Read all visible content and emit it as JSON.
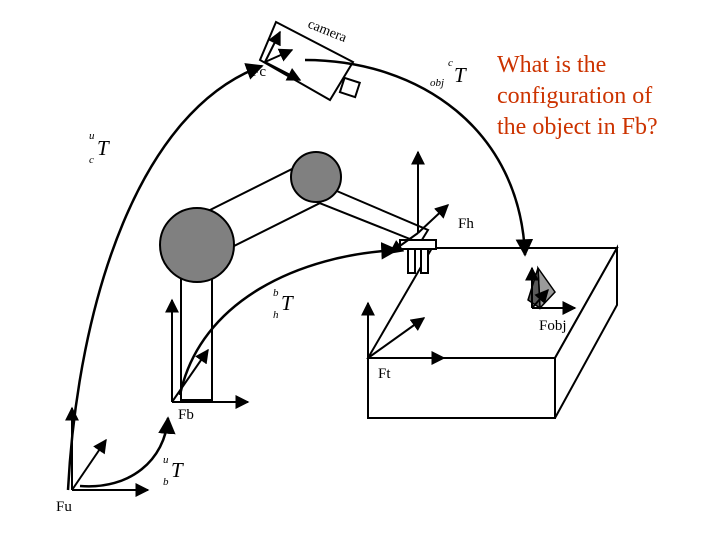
{
  "question": {
    "lines": [
      "What is the",
      "configuration of",
      "the object in Fb?"
    ],
    "color": "#cc3300"
  },
  "frames": {
    "fc": "Fc",
    "fh": "Fh",
    "fb": "Fb",
    "ft": "Ft",
    "fu": "Fu",
    "fobj": "Fobj"
  },
  "camera": {
    "label": "camera"
  },
  "transforms": {
    "u_c": {
      "main": "T",
      "sup": "u",
      "sub": "c"
    },
    "c_obj": {
      "main": "T",
      "sup": "c",
      "sub": "obj"
    },
    "b_h": {
      "main": "T",
      "sup": "b",
      "sub": "h"
    },
    "u_b": {
      "main": "T",
      "sup": "u",
      "sub": "b"
    }
  },
  "colors": {
    "ink": "#000000",
    "joint": "#808080",
    "object": "#7a7a7a"
  }
}
